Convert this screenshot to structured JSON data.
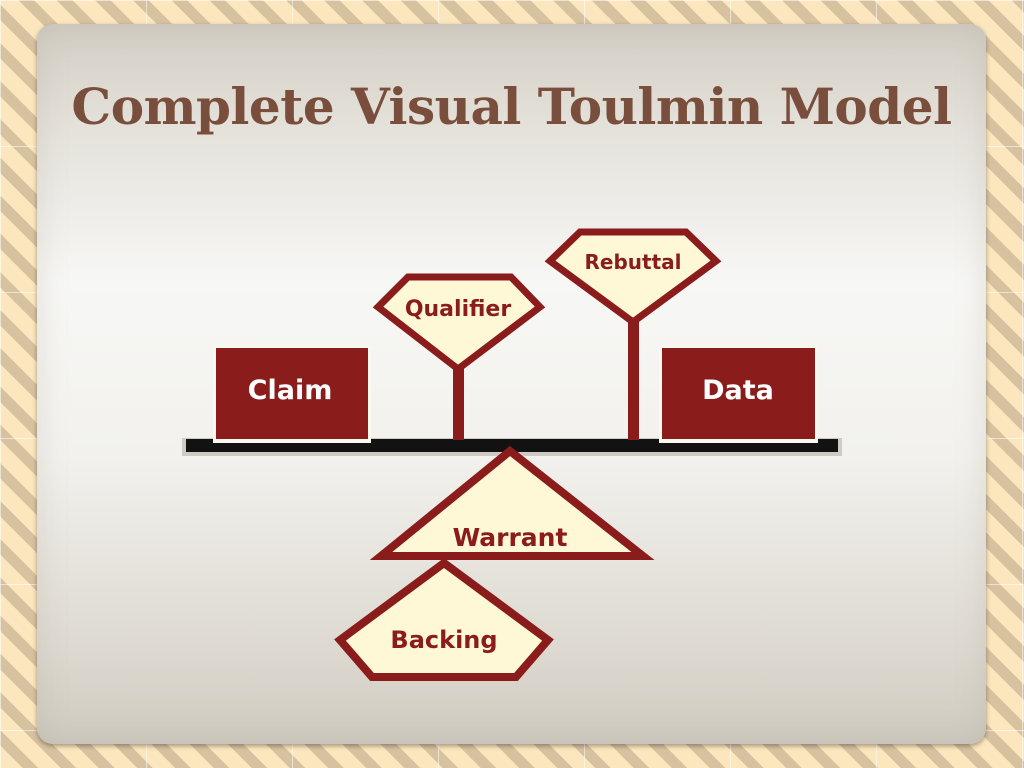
{
  "slide": {
    "title": "Complete Visual Toulmin Model"
  },
  "diagram": {
    "claim": "Claim",
    "data": "Data",
    "qualifier": "Qualifier",
    "rebuttal": "Rebuttal",
    "warrant": "Warrant",
    "backing": "Backing"
  },
  "colors": {
    "maroon": "#8b1c1c",
    "cream": "#fff8d6",
    "title": "#7a4e3c",
    "beam": "#121212"
  }
}
